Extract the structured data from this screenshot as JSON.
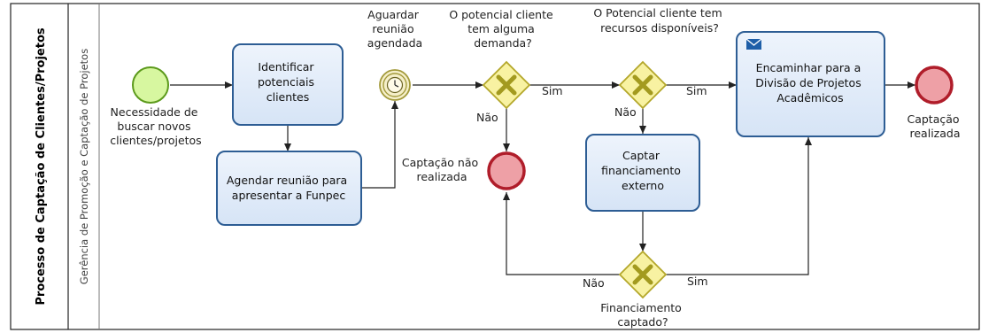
{
  "pool": {
    "label": "Processo de Captação de Clientes/Projetos"
  },
  "lane": {
    "label": "Gerência de Promoção e Captação de Projetos"
  },
  "events": {
    "start": {
      "line1": "Necessidade de",
      "line2": "buscar novos",
      "line3": "clientes/projetos"
    },
    "timer": {
      "line1": "Aguardar",
      "line2": "reunião",
      "line3": "agendada"
    },
    "end_fail": {
      "line1": "Captação não",
      "line2": "realizada"
    },
    "end_success": {
      "line1": "Captação",
      "line2": "realizada"
    }
  },
  "tasks": {
    "identify": {
      "line1": "Identificar",
      "line2": "potenciais",
      "line3": "clientes"
    },
    "schedule": {
      "line1": "Agendar reunião para",
      "line2": "apresentar a Funpec"
    },
    "capture": {
      "line1": "Captar",
      "line2": "financiamento",
      "line3": "externo"
    },
    "forward": {
      "line1": "Encaminhar para a",
      "line2": "Divisão de Projetos",
      "line3": "Acadêmicos"
    }
  },
  "gateways": {
    "demand": {
      "line1": "O potencial cliente",
      "line2": "tem alguma",
      "line3": "demanda?"
    },
    "resources": {
      "line1": "O Potencial cliente tem",
      "line2": "recursos disponíveis?"
    },
    "funding": {
      "line1": "Financiamento",
      "line2": "captado?"
    }
  },
  "flow_labels": {
    "demand_yes": "Sim",
    "demand_no": "Não",
    "resources_yes": "Sim",
    "resources_no": "Não",
    "funding_no": "Não",
    "funding_yes": "Sim"
  },
  "colors": {
    "task_fill": "#dde9f8",
    "task_stroke": "#2d5d94",
    "start_fill": "#d7f7a0",
    "start_stroke": "#5c9a1c",
    "end_fill": "#eea0a6",
    "end_stroke": "#b01d2a",
    "gateway_fill": "#f8f2a2",
    "gateway_stroke": "#b4a72a",
    "gateway_mark": "#a39a1f",
    "timer_fill": "#f5efc9",
    "timer_stroke": "#a39a3b"
  }
}
